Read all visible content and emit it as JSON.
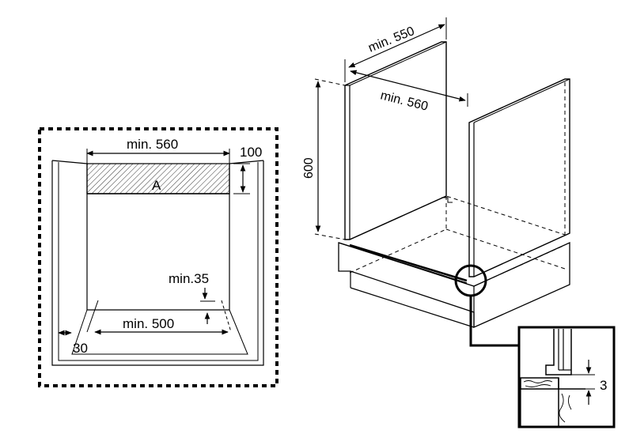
{
  "left_view": {
    "width_label": "min. 560",
    "height_label": "100",
    "area_label": "A",
    "vent_label": "min.35",
    "depth_label": "min. 500",
    "inset_label": "30"
  },
  "right_view": {
    "depth_label": "min. 550",
    "width_label": "min. 560",
    "height_label": "600"
  },
  "detail": {
    "gap_label": "3"
  }
}
